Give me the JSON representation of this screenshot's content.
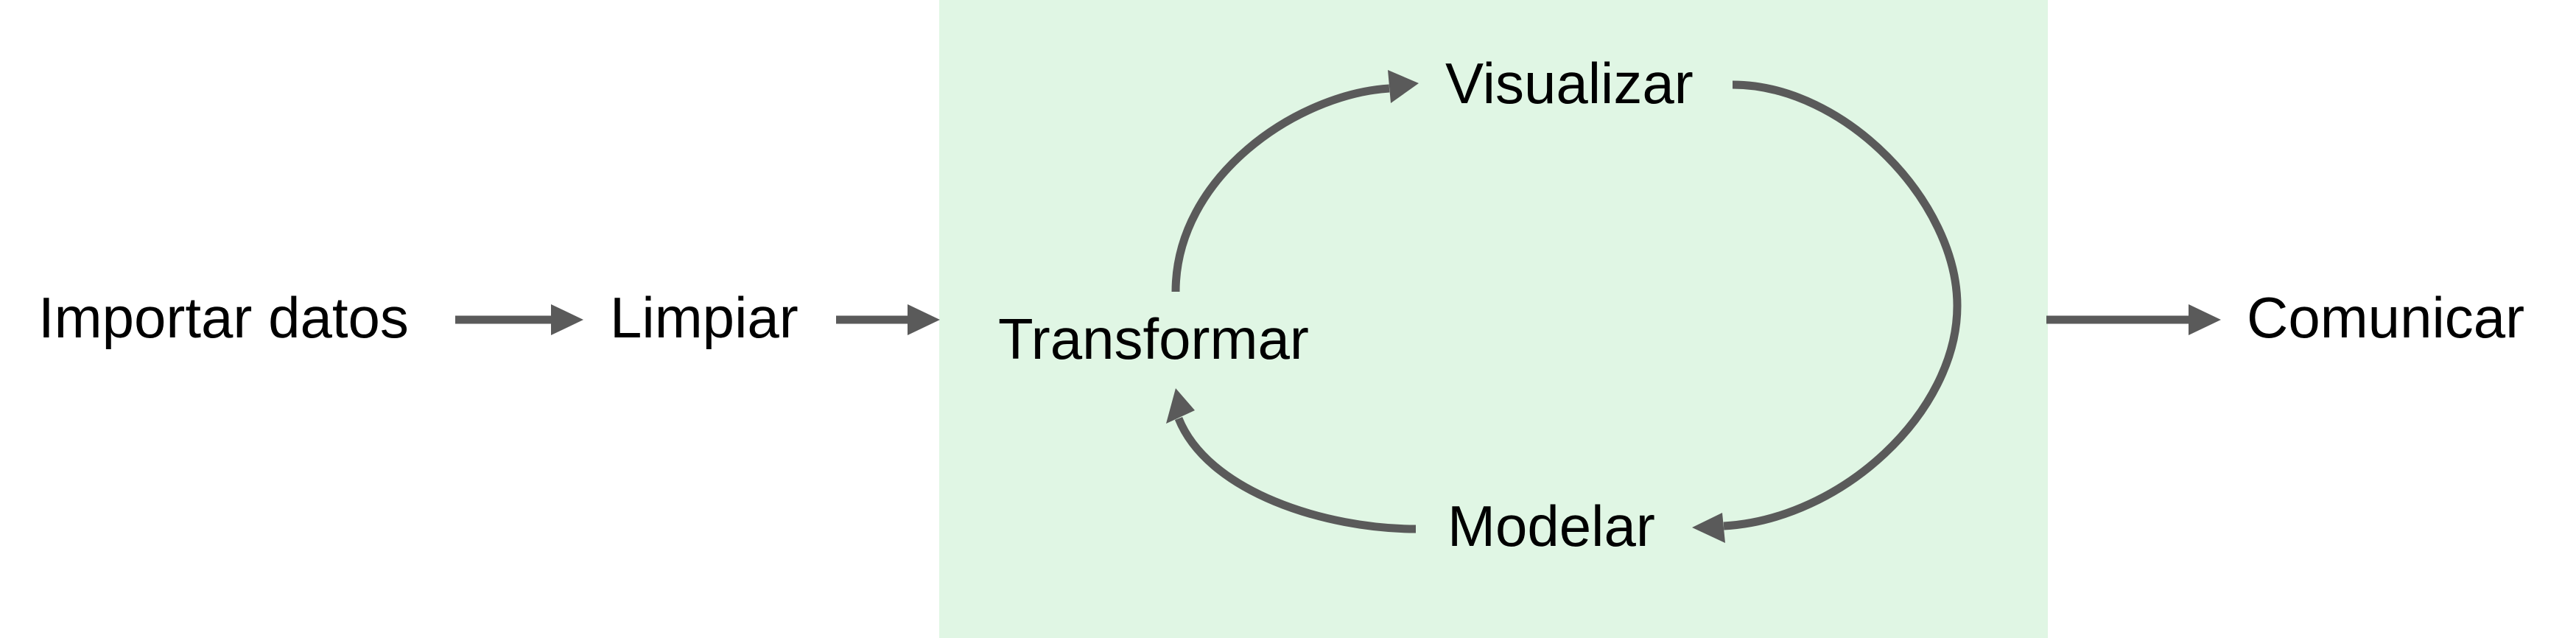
{
  "diagram": {
    "nodes": {
      "import": "Importar datos",
      "clean": "Limpiar",
      "transform": "Transformar",
      "visualize": "Visualizar",
      "model": "Modelar",
      "communicate": "Comunicar"
    },
    "edges": [
      [
        "import",
        "clean"
      ],
      [
        "clean",
        "transform"
      ],
      [
        "transform",
        "visualize"
      ],
      [
        "visualize",
        "model"
      ],
      [
        "model",
        "transform"
      ],
      [
        "transform",
        "communicate"
      ]
    ],
    "colors": {
      "cycle_box": "#e0f6e4",
      "arrow": "#5a5a5a",
      "text": "#000000"
    }
  }
}
